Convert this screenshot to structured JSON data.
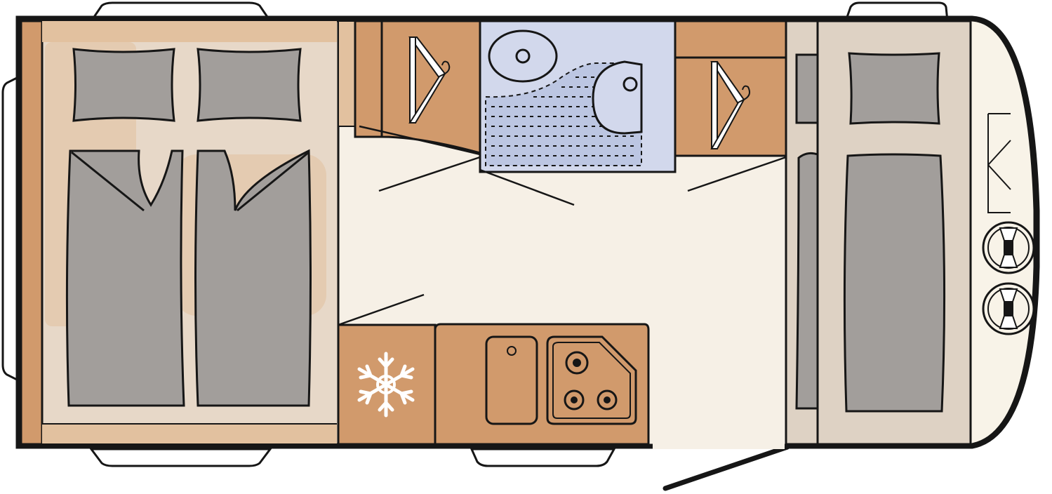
{
  "diagram": {
    "kind": "caravan-floor-plan",
    "colors": {
      "outline": "#161616",
      "wood": "#d19a6c",
      "wood_light": "#e2c19f",
      "bed_frame": "#e7d8c8",
      "bench": "#ded2c4",
      "floor": "#f6f0e6",
      "nose": "#f8f3e8",
      "mattress": "#a29e9b",
      "bathroom": "#d2d8ec",
      "shower_dots": "#bcc6e2",
      "window": "#ffffff",
      "icon_white": "#ffffff"
    },
    "zones": [
      {
        "id": "rear-double-bed",
        "kind": "bed"
      },
      {
        "id": "wardrobe-left",
        "kind": "wardrobe",
        "icon": "hanger-icon"
      },
      {
        "id": "washroom",
        "kind": "bathroom",
        "fixtures": [
          "basin",
          "toilet",
          "shower-tray"
        ]
      },
      {
        "id": "wardrobe-right",
        "kind": "wardrobe",
        "icon": "hanger-icon"
      },
      {
        "id": "front-seating",
        "kind": "bench-seating"
      },
      {
        "id": "fridge",
        "kind": "fridge",
        "icon": "snowflake-icon"
      },
      {
        "id": "kitchen",
        "kind": "kitchen",
        "fixtures": [
          "sink",
          "hob-3-burner"
        ]
      },
      {
        "id": "entrance-door",
        "kind": "door"
      },
      {
        "id": "gas-bottle-locker",
        "kind": "locker",
        "fixtures": [
          "gas-bottle",
          "gas-bottle"
        ]
      }
    ]
  }
}
